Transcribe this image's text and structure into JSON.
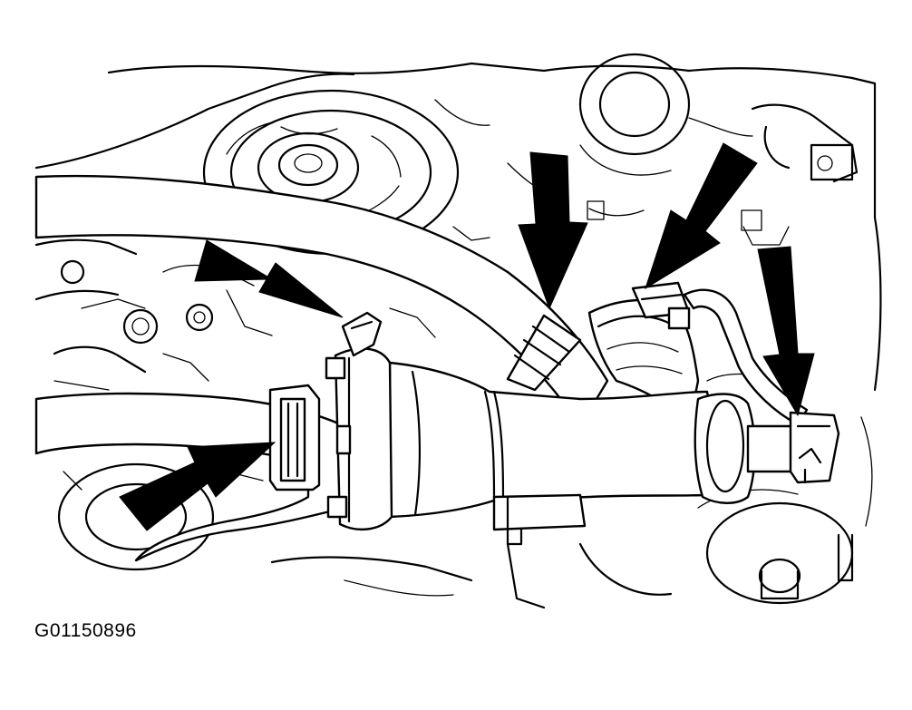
{
  "figure": {
    "id_label": "G01150896",
    "ink_color": "#000000",
    "paper_color": "#ffffff"
  },
  "callouts": [
    {
      "icon": "arrow-icon",
      "target": "upper-left-hose-clamp"
    },
    {
      "icon": "arrow-icon",
      "target": "thermostat-housing-connector"
    },
    {
      "icon": "arrow-icon",
      "target": "upper-hose-clamp"
    },
    {
      "icon": "arrow-icon",
      "target": "bypass-hose-clamp"
    },
    {
      "icon": "arrow-icon",
      "target": "right-hose-clip"
    }
  ]
}
